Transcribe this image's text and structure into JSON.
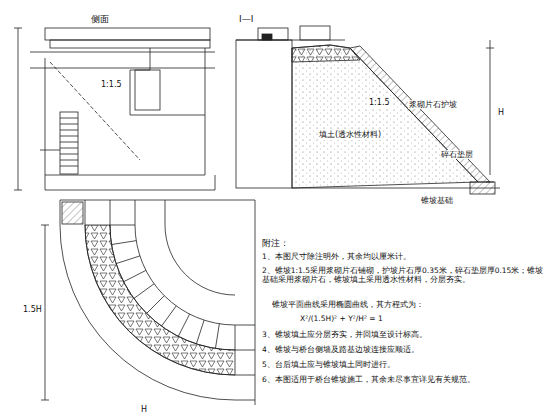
{
  "diagram": {
    "labels": [
      "侧面",
      "I—I",
      "1:1.5",
      "填土(透水性材料)",
      "浆砌片石护坡",
      "碎石垫层",
      "H",
      "1:1.5",
      "锥坡基础",
      "1.5H",
      "H",
      "附注：",
      "1、本图尺寸除注明外，其余均以厘米计。",
      "2、锥坡1:1.5采用浆砌片石铺砌，护坡片石厚0.35米，碎石垫层厚0.15米；锥坡基础采用浆砌片石，锥坡填土采用透水性材料，分层夯实。",
      "锥坡平面曲线采用椭圆曲线，其方程式为：",
      "X²/(1.5H)² + Y²/H² = 1",
      "3、锥坡填土应分层夯实，并回填至设计标高。",
      "4、锥坡与桥台侧墙及路基边坡连接应顺适。",
      "5、台后填土应与锥坡填土同时进行。",
      "6、本图适用于桥台锥坡施工，其余未尽事宜详见有关规范。"
    ]
  }
}
